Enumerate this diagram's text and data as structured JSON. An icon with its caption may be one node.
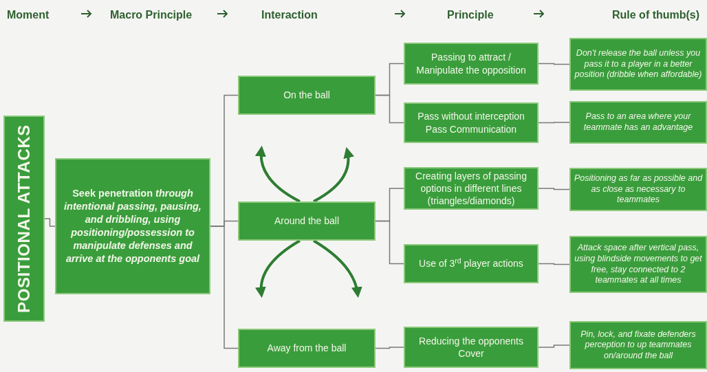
{
  "diagram": {
    "nodes": [
      {
        "text": [
          "POSITIONAL ATTACKS"
        ]
      },
      {
        "text": [
          "Seek penetration *through intentional passing, pausing, and dribbling, using positioning/possession to manipulate defenses and arrive at the opponents goal*"
        ]
      },
      {
        "text": [
          "On the ball"
        ]
      },
      {
        "text": [
          "Around the ball"
        ]
      },
      {
        "text": [
          "Away from the ball"
        ]
      },
      {
        "text": [
          "Passing to attract / Manipulate the opposition"
        ]
      },
      {
        "text": [
          "Pass without interception Pass Communication"
        ]
      },
      {
        "text": [
          "Creating layers of passing options in different lines (triangles/diamonds)"
        ]
      },
      {
        "text": [
          "Use of 3$^{rd}$ player actions"
        ]
      },
      {
        "text": [
          "Reducing the opponents Cover"
        ]
      },
      {
        "text": [
          "Don't release the ball unless you pass it to a player in a better position (dribble when affordable)"
        ]
      },
      {
        "text": [
          "Pass to an area where your teammate has an advantage"
        ]
      },
      {
        "text": [
          "Positioning as far as possible and as close as necessary to teammates"
        ]
      },
      {
        "text": [
          "Attack space after vertical pass, using blindside movements to get free, stay connected to 2 teammates at all times"
        ]
      },
      {
        "text": [
          "Pin, lock, and fixate defenders perception to  up teammates on/around the ball"
        ]
      }
    ],
    "edges": [
      {
        "from": 0,
        "to": 1,
        "arrow": "none"
      },
      {
        "from": 1,
        "to": 2,
        "arrow": "none"
      },
      {
        "from": 1,
        "to": 3,
        "arrow": "none"
      },
      {
        "from": 1,
        "to": 4,
        "arrow": "none"
      },
      {
        "from": 2,
        "to": 5,
        "arrow": "none"
      },
      {
        "from": 2,
        "to": 6,
        "arrow": "none"
      },
      {
        "from": 3,
        "to": 7,
        "arrow": "none"
      },
      {
        "from": 3,
        "to": 8,
        "arrow": "none"
      },
      {
        "from": 4,
        "to": 9,
        "arrow": "none"
      },
      {
        "from": 5,
        "to": 10,
        "arrow": "none"
      },
      {
        "from": 6,
        "to": 11,
        "arrow": "none"
      },
      {
        "from": 7,
        "to": 12,
        "arrow": "none"
      },
      {
        "from": 8,
        "to": 13,
        "arrow": "none"
      },
      {
        "from": 9,
        "to": 14,
        "arrow": "none"
      },
      {
        "from": 3,
        "to": null,
        "arrow": "to",
        "style": "thick",
        "color": "#2e7d32"
      },
      {
        "from": 3,
        "to": null,
        "arrow": "to",
        "style": "thick",
        "color": "#2e7d32"
      },
      {
        "from": 3,
        "to": null,
        "arrow": "to",
        "style": "thick",
        "color": "#2e7d32"
      },
      {
        "from": 3,
        "to": null,
        "arrow": "to",
        "style": "thick",
        "color": "#2e7d32"
      }
    ],
    "labels": [
      "Moment",
      "Macro Principle",
      "Interaction",
      "Principle",
      "Rule of thumb(s)"
    ]
  }
}
